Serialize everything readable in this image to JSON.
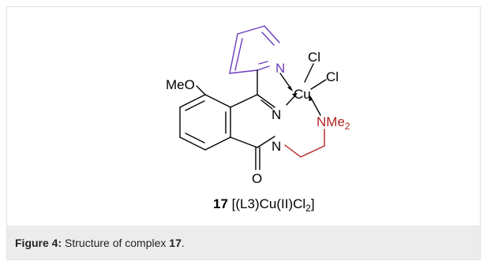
{
  "colors": {
    "bond": "#000000",
    "pyridine": "#6a3bbf",
    "amine_chain": "#b22222",
    "caption_bg": "#ececec",
    "panel_border": "#e3e3e3"
  },
  "structure": {
    "atoms": {
      "pyridine_n": "N",
      "copper": "Cu",
      "chloride_1": "Cl",
      "chloride_2": "Cl",
      "ring_n_upper": "N",
      "ring_n_lower": "N",
      "amine": "NMe",
      "amine_subscript": "2",
      "methoxy": "MeO",
      "carbonyl_o": "O"
    },
    "compound_label": {
      "number": "17",
      "formula_main": "[(L3)Cu(II)Cl",
      "formula_subscript": "2",
      "formula_close": "]"
    }
  },
  "caption": {
    "prefix": "Figure 4:",
    "text": "Structure of complex",
    "compound": "17",
    "suffix": "."
  }
}
